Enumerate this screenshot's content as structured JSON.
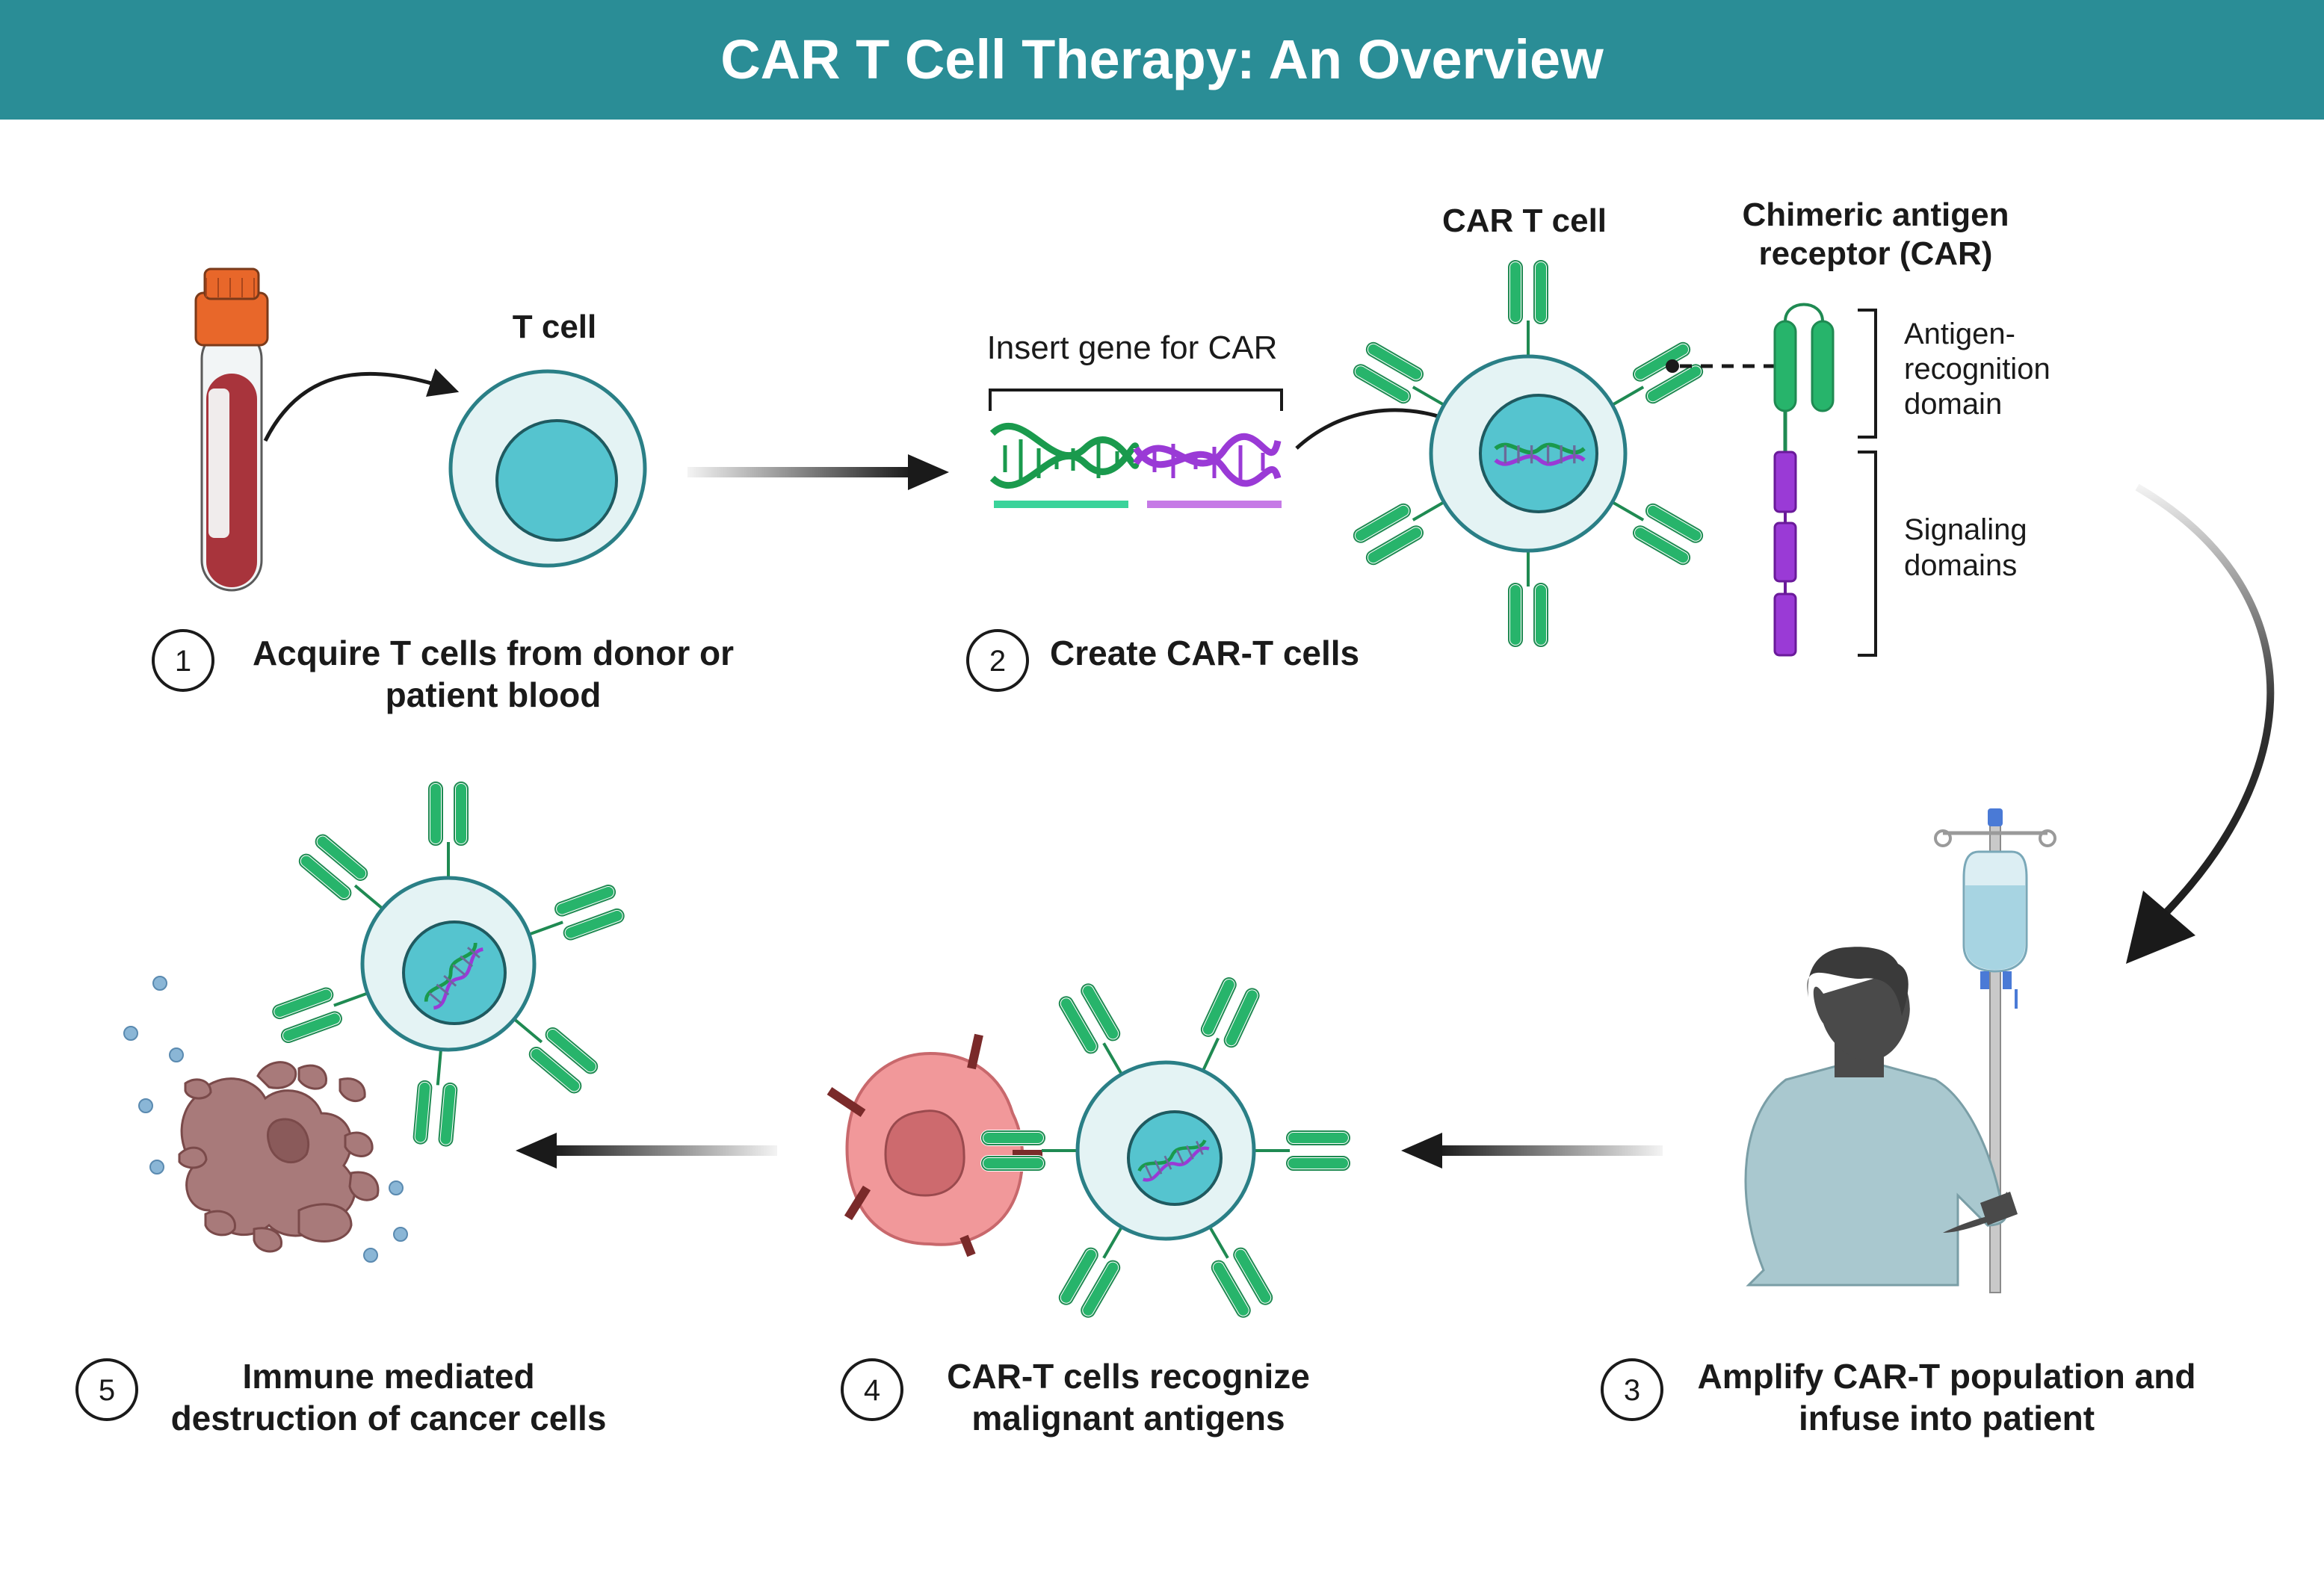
{
  "title": "CAR T Cell Therapy: An Overview",
  "colors": {
    "header": "#2a8d96",
    "receptor_green": "#27b46b",
    "dna_green": "#1a9a4d",
    "dna_purple": "#9a3ad6",
    "nucleus": "#55c4cf",
    "cell_body": "#e4f3f4",
    "cell_outline": "#2a7f86",
    "blood": "#a8343c",
    "tube_cap": "#e8672a",
    "cancer_cell": "#f1989a",
    "debris": "#a87a7a",
    "gown": "#a9c8cf",
    "skin": "#4a4a4a"
  },
  "labels": {
    "t_cell": "T cell",
    "insert_gene": "Insert gene for CAR",
    "car_t_cell": "CAR T cell",
    "car_title_line1": "Chimeric antigen",
    "car_title_line2": "receptor (CAR)",
    "antigen_line1": "Antigen-",
    "antigen_line2": "recognition",
    "antigen_line3": "domain",
    "signaling_line1": "Signaling",
    "signaling_line2": "domains"
  },
  "steps": [
    {
      "number": "1",
      "line1": "Acquire T cells from donor or",
      "line2": "patient blood"
    },
    {
      "number": "2",
      "line1": "Create CAR-T cells",
      "line2": ""
    },
    {
      "number": "3",
      "line1": "Amplify CAR-T population and",
      "line2": "infuse into patient"
    },
    {
      "number": "4",
      "line1": "CAR-T cells recognize",
      "line2": "malignant antigens"
    },
    {
      "number": "5",
      "line1": "Immune mediated",
      "line2": "destruction of cancer cells"
    }
  ],
  "icons": [
    "blood-tube-icon",
    "t-cell-icon",
    "dna-icon",
    "car-t-cell-icon",
    "car-receptor-icon",
    "iv-bag-icon",
    "patient-icon",
    "cancer-cell-icon",
    "cell-debris-icon"
  ]
}
